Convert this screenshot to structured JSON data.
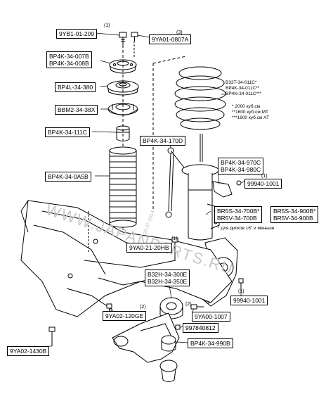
{
  "labels": {
    "bolt_top": {
      "part": "9YB1-01-209",
      "qty": "(1)"
    },
    "nut_top": {
      "part": "9YA01-0807A",
      "qty": "(3)"
    },
    "mount_a": "BP4K-34-007B",
    "mount_b": "BP4K-34-008B",
    "bearing": "BP4L-34-380",
    "seat": "BBM2-34-38X",
    "bump_stop": "BP4K-34-111C",
    "link": "BP4K-34-170D",
    "boot": "BP4K-34-0A5B",
    "bracket_a": "BP4K-34-970C",
    "bracket_b": "BP4K-34-980C",
    "bolt_bracket": {
      "part": "99940-1001",
      "qty": "(1)"
    },
    "strut_l_a": "BR5S-34-700B*",
    "strut_l_b": "BR5V-34-700B",
    "strut_r_a": "BR5S-34-900B*",
    "strut_r_b": "BR5V-34-900B",
    "disc_note": "* для дисков 16\" и меньше",
    "bolt_hub": {
      "part": "9YA0-21-20HB",
      "qty": "(1)"
    },
    "bushing_a": "B32H-34-300E",
    "bushing_b": "B32H-34-350E",
    "nut_arm": {
      "part": "9YA02-120GE",
      "qty": "(2)"
    },
    "nut_bush": {
      "part": "9YA00-1007",
      "qty": "(2)"
    },
    "bolt_knuckle": {
      "part": "99940-1001",
      "qty": "(1)"
    },
    "bolt_arm": "997840812",
    "ball_joint": "BP4K-34-990B",
    "bolt_sub": "9YA02-1430B"
  },
  "spring": {
    "p1": "B32T-34-011C*",
    "p2": "BP4K-34-011C**",
    "p3": "BP4N-34-011C***",
    "n1": "* 2000 куб.см",
    "n2": "**1600 куб.см МТ",
    "n3": "***1600 куб.см АТ"
  },
  "watermark": {
    "text": "WWW.JAPANPARTS.RU",
    "date": "20-07-2014"
  },
  "colors": {
    "line": "#000000",
    "label_border": "#000000"
  }
}
